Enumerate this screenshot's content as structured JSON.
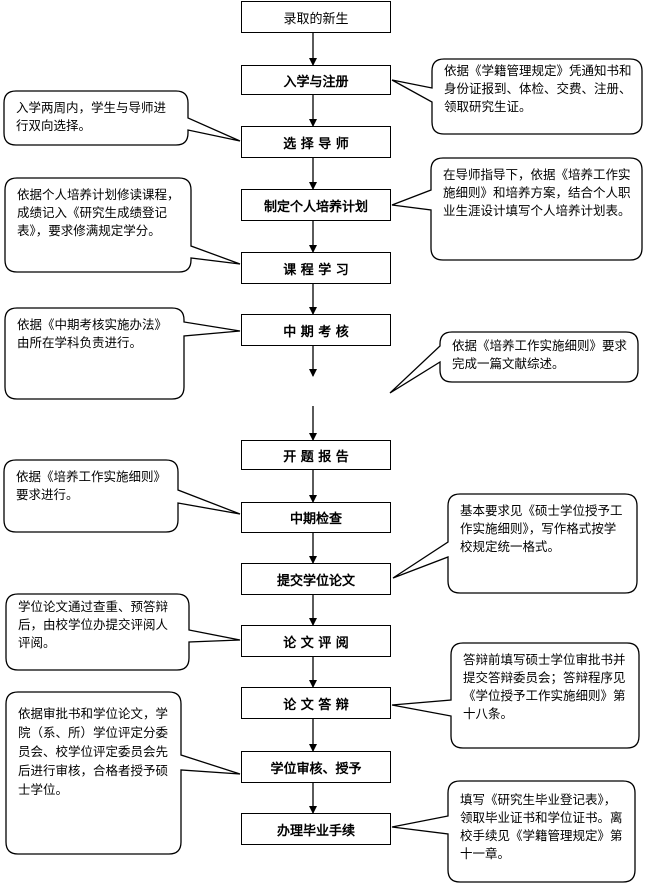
{
  "steps": [
    "录取的新生",
    "入学与注册",
    "选 择 导 师",
    "制定个人培养计划",
    "课 程 学 习",
    "中 期 考 核",
    "开 题 报 告",
    "中期检查",
    "提交学位论文",
    "论 文 评 阅",
    "论 文 答 辩",
    "学位审核、授予",
    "办理毕业手续"
  ],
  "notes": {
    "registration": "依据《学籍管理规定》凭通知书和身份证报到、体检、交费、注册、领取研究生证。",
    "advisor": "入学两周内，学生与导师进行双向选择。",
    "plan": "在导师指导下，依据《培养工作实施细则》和培养方案，结合个人职业生涯设计填写个人培养计划表。",
    "coursework": "依据个人培养计划修读课程，成绩记入《研究生成绩登记表》，要求修满规定学分。",
    "midterm": "依据《中期考核实施办法》由所在学科负责进行。",
    "review": "依据《培养工作实施细则》要求完成一篇文献综述。",
    "proposal": "依据《培养工作实施细则》要求进行。",
    "thesis_format": "基本要求见《硕士学位授予工作实施细则》，写作格式按学校规定统一格式。",
    "evaluation": "学位论文通过查重、预答辩后，由校学位办提交评阅人评阅。",
    "defense": "答辩前填写硕士学位审批书并提交答辩委员会；答辩程序见《学位授予工作实施细则》第十八条。",
    "degree": "依据审批书和学位论文，学院（系、所）学位评定分委员会、校学位评定委员会先后进行审核，合格者授予硕士学位。",
    "graduation": "填写《研究生毕业登记表》，领取毕业证书和学位证书。离校手续见《学籍管理规定》第十一章。"
  }
}
